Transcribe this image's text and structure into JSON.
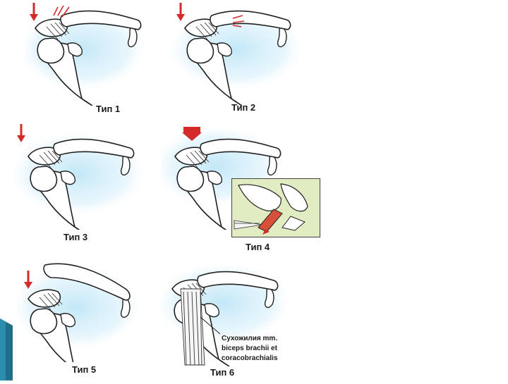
{
  "panels": [
    {
      "id": "type1",
      "caption": "Тип 1"
    },
    {
      "id": "type2",
      "caption": "Тип 2"
    },
    {
      "id": "type3",
      "caption": "Тип 3"
    },
    {
      "id": "type4",
      "caption": "Тип 4"
    },
    {
      "id": "type5",
      "caption": "Тип 5"
    },
    {
      "id": "type6",
      "caption": "Тип 6"
    }
  ],
  "annotation_type6": {
    "line1": "Сухожилия mm.",
    "line2": "biceps brachii et",
    "line3": "coracobrachialis"
  },
  "colors": {
    "arrow_red": "#d42a2a",
    "bone_outline": "#222222",
    "glow_blue": "#bfe6f7",
    "inset_green": "#e2ecc2",
    "accent_teal": "#1f6f8a"
  }
}
